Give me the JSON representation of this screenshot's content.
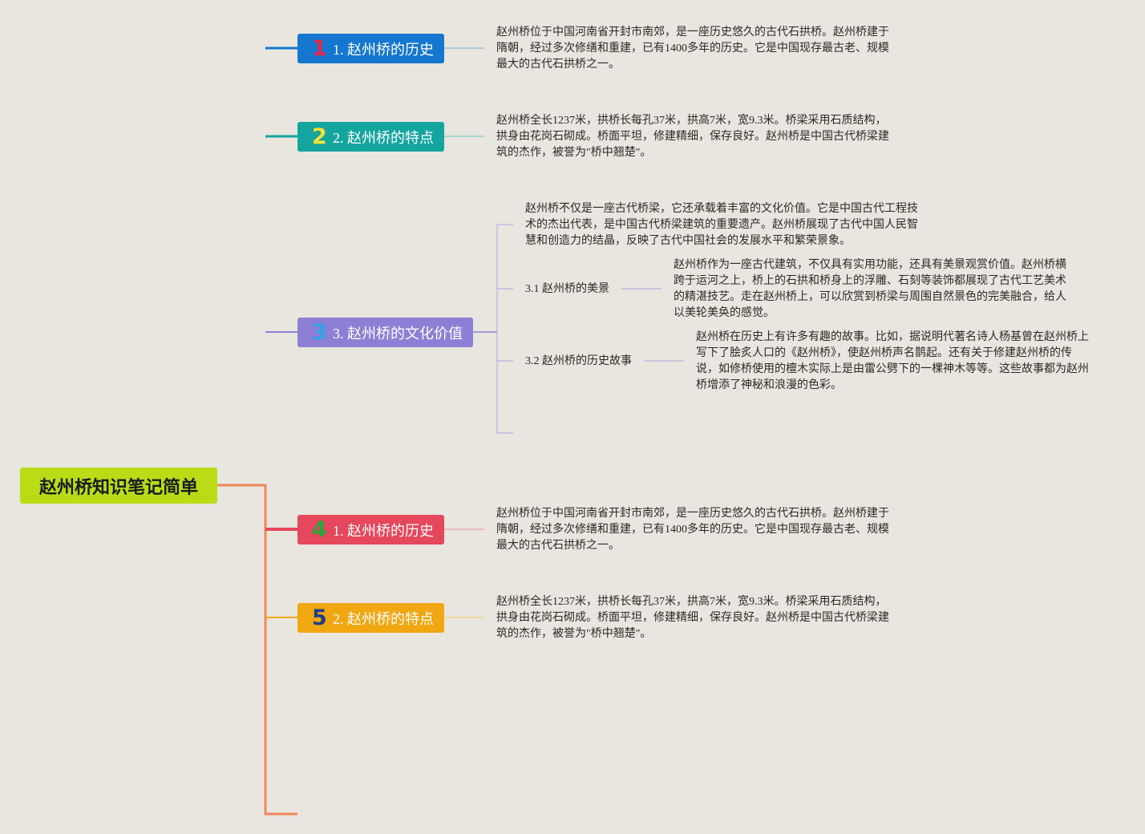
{
  "root": {
    "title": "赵州桥知识笔记简单"
  },
  "branches": [
    {
      "num": "1",
      "label": "1. 赵州桥的历史",
      "color": "#1577cf",
      "num_color": "#e8294a",
      "desc": "赵州桥位于中国河南省开封市南郊，是一座历史悠久的古代石拱桥。赵州桥建于隋朝，经过多次修缮和重建，已有1400多年的历史。它是中国现存最古老、规模最大的古代石拱桥之一。"
    },
    {
      "num": "2",
      "label": "2. 赵州桥的特点",
      "color": "#14a59f",
      "num_color": "#f4e23a",
      "desc": "赵州桥全长1237米，拱桥长每孔37米，拱高7米，宽9.3米。桥梁采用石质结构，拱身由花岗石砌成。桥面平坦，修建精细，保存良好。赵州桥是中国古代桥梁建筑的杰作，被誉为\"桥中翘楚\"。"
    },
    {
      "num": "3",
      "label": "3. 赵州桥的文化价值",
      "color": "#8e7fd6",
      "num_color": "#2fa3e8",
      "desc": "赵州桥不仅是一座古代桥梁，它还承载着丰富的文化价值。它是中国古代工程技术的杰出代表，是中国古代桥梁建筑的重要遗产。赵州桥展现了古代中国人民智慧和创造力的结晶，反映了古代中国社会的发展水平和繁荣景象。",
      "children": [
        {
          "label": "3.1 赵州桥的美景",
          "desc": "赵州桥作为一座古代建筑，不仅具有实用功能，还具有美景观赏价值。赵州桥横跨于运河之上，桥上的石拱和桥身上的浮雕、石刻等装饰都展现了古代工艺美术的精湛技艺。走在赵州桥上，可以欣赏到桥梁与周围自然景色的完美融合，给人以美轮美奂的感觉。"
        },
        {
          "label": "3.2 赵州桥的历史故事",
          "desc": "赵州桥在历史上有许多有趣的故事。比如，据说明代著名诗人杨基曾在赵州桥上写下了脍炙人口的《赵州桥》，使赵州桥声名鹊起。还有关于修建赵州桥的传说，如修桥使用的檀木实际上是由雷公劈下的一棵神木等等。这些故事都为赵州桥增添了神秘和浪漫的色彩。"
        }
      ]
    },
    {
      "num": "4",
      "label": "1. 赵州桥的历史",
      "color": "#e5475c",
      "num_color": "#27a83a",
      "desc": "赵州桥位于中国河南省开封市南郊，是一座历史悠久的古代石拱桥。赵州桥建于隋朝，经过多次修缮和重建，已有1400多年的历史。它是中国现存最古老、规模最大的古代石拱桥之一。"
    },
    {
      "num": "5",
      "label": "2. 赵州桥的特点",
      "color": "#f0a712",
      "num_color": "#1f3e86",
      "desc": "赵州桥全长1237米，拱桥长每孔37米，拱高7米，宽9.3米。桥梁采用石质结构，拱身由花岗石砌成。桥面平坦，修建精细，保存良好。赵州桥是中国古代桥梁建筑的杰作，被誉为\"桥中翘楚\"。"
    }
  ]
}
